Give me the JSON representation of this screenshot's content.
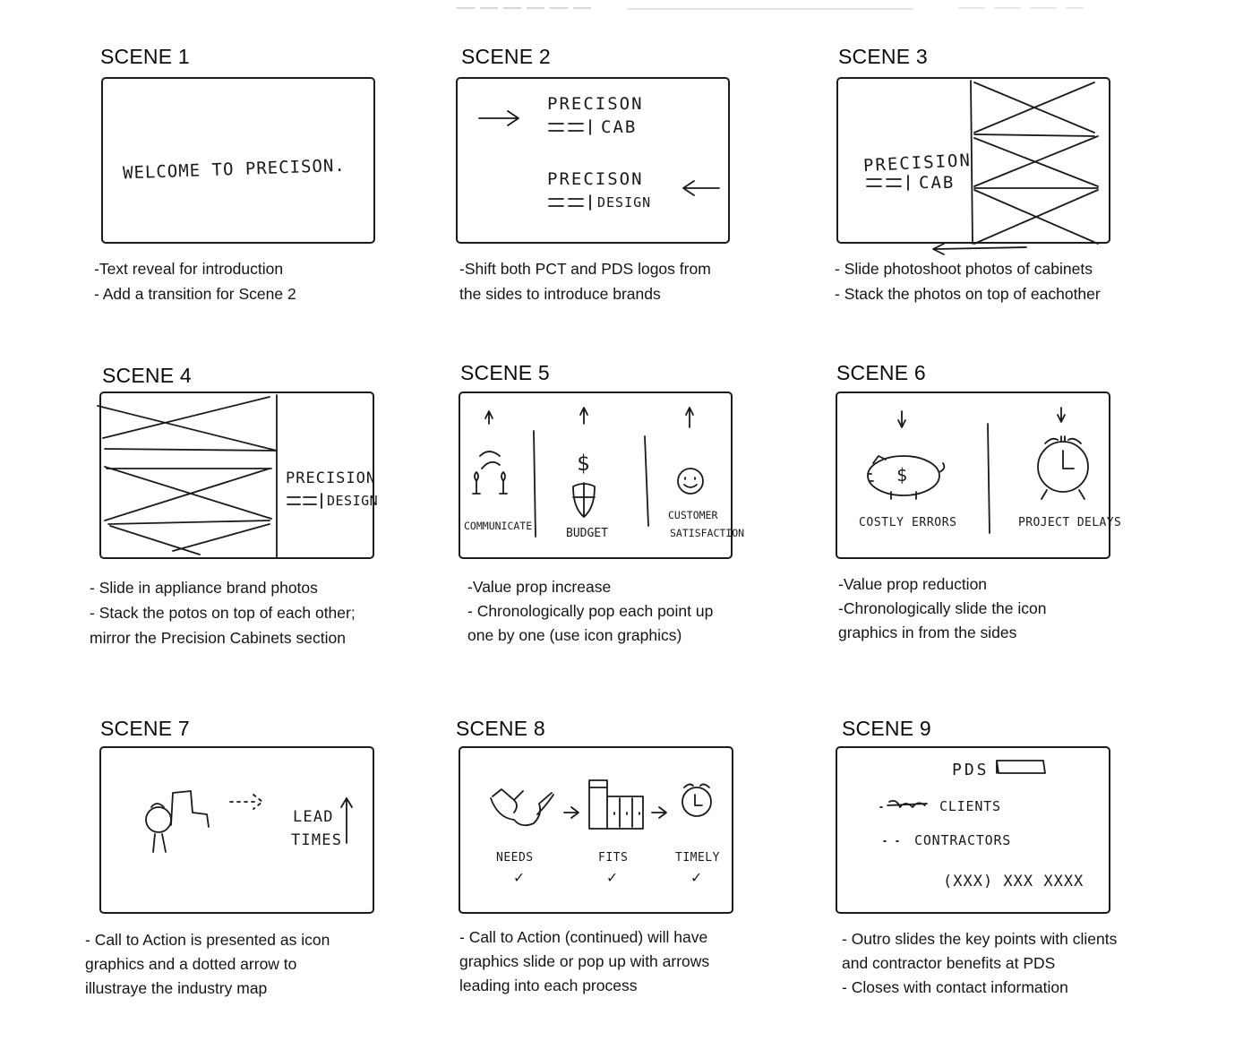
{
  "scenes": [
    {
      "title": "SCENE 1",
      "sketch_text": [
        "WELCOME TO PRECISON."
      ],
      "notes": [
        "-Text reveal for introduction",
        "- Add a transition for Scene 2"
      ]
    },
    {
      "title": "SCENE 2",
      "sketch_text": [
        "PRECISON",
        "CAB",
        "PRECISON",
        "DESIGN"
      ],
      "notes": [
        "-Shift both PCT and PDS logos from",
        "the sides to introduce brands"
      ]
    },
    {
      "title": "SCENE 3",
      "sketch_text": [
        "PRECISION",
        "CAB"
      ],
      "notes": [
        "- Slide photoshoot photos of cabinets",
        "- Stack the photos on top of eachother"
      ]
    },
    {
      "title": "SCENE 4",
      "sketch_text": [
        "PRECISION",
        "DESIGN"
      ],
      "notes": [
        "- Slide in appliance brand photos",
        "- Stack the potos on top of each other;",
        "mirror the Precision Cabinets section"
      ]
    },
    {
      "title": "SCENE 5",
      "sketch_text": [
        "COMMUNICATE",
        "BUDGET",
        "CUSTOMER",
        "SATISFACTION"
      ],
      "notes": [
        "-Value prop increase",
        "- Chronologically pop each point up",
        "one by one (use icon graphics)"
      ]
    },
    {
      "title": "SCENE 6",
      "sketch_text": [
        "COSTLY ERRORS",
        "PROJECT DELAYS"
      ],
      "notes": [
        "-Value prop reduction",
        "-Chronologically slide the icon",
        "graphics in from the sides"
      ]
    },
    {
      "title": "SCENE 7",
      "sketch_text": [
        "LEAD",
        "TIMES"
      ],
      "notes": [
        "- Call to Action is presented as icon",
        "graphics and a dotted arrow to",
        "illustraye the industry map"
      ]
    },
    {
      "title": "SCENE 8",
      "sketch_text": [
        "NEEDS",
        "FITS",
        "TIMELY"
      ],
      "notes": [
        "- Call to Action (continued) will have",
        "graphics slide or pop up with arrows",
        "leading into each process"
      ]
    },
    {
      "title": "SCENE 9",
      "sketch_text": [
        "PDS",
        "CLIENTS",
        "CONTRACTORS",
        "(XXX) XXX XXXX"
      ],
      "notes": [
        "- Outro slides the key points with clients",
        "and contractor benefits at PDS",
        "- Closes with contact information"
      ]
    }
  ]
}
